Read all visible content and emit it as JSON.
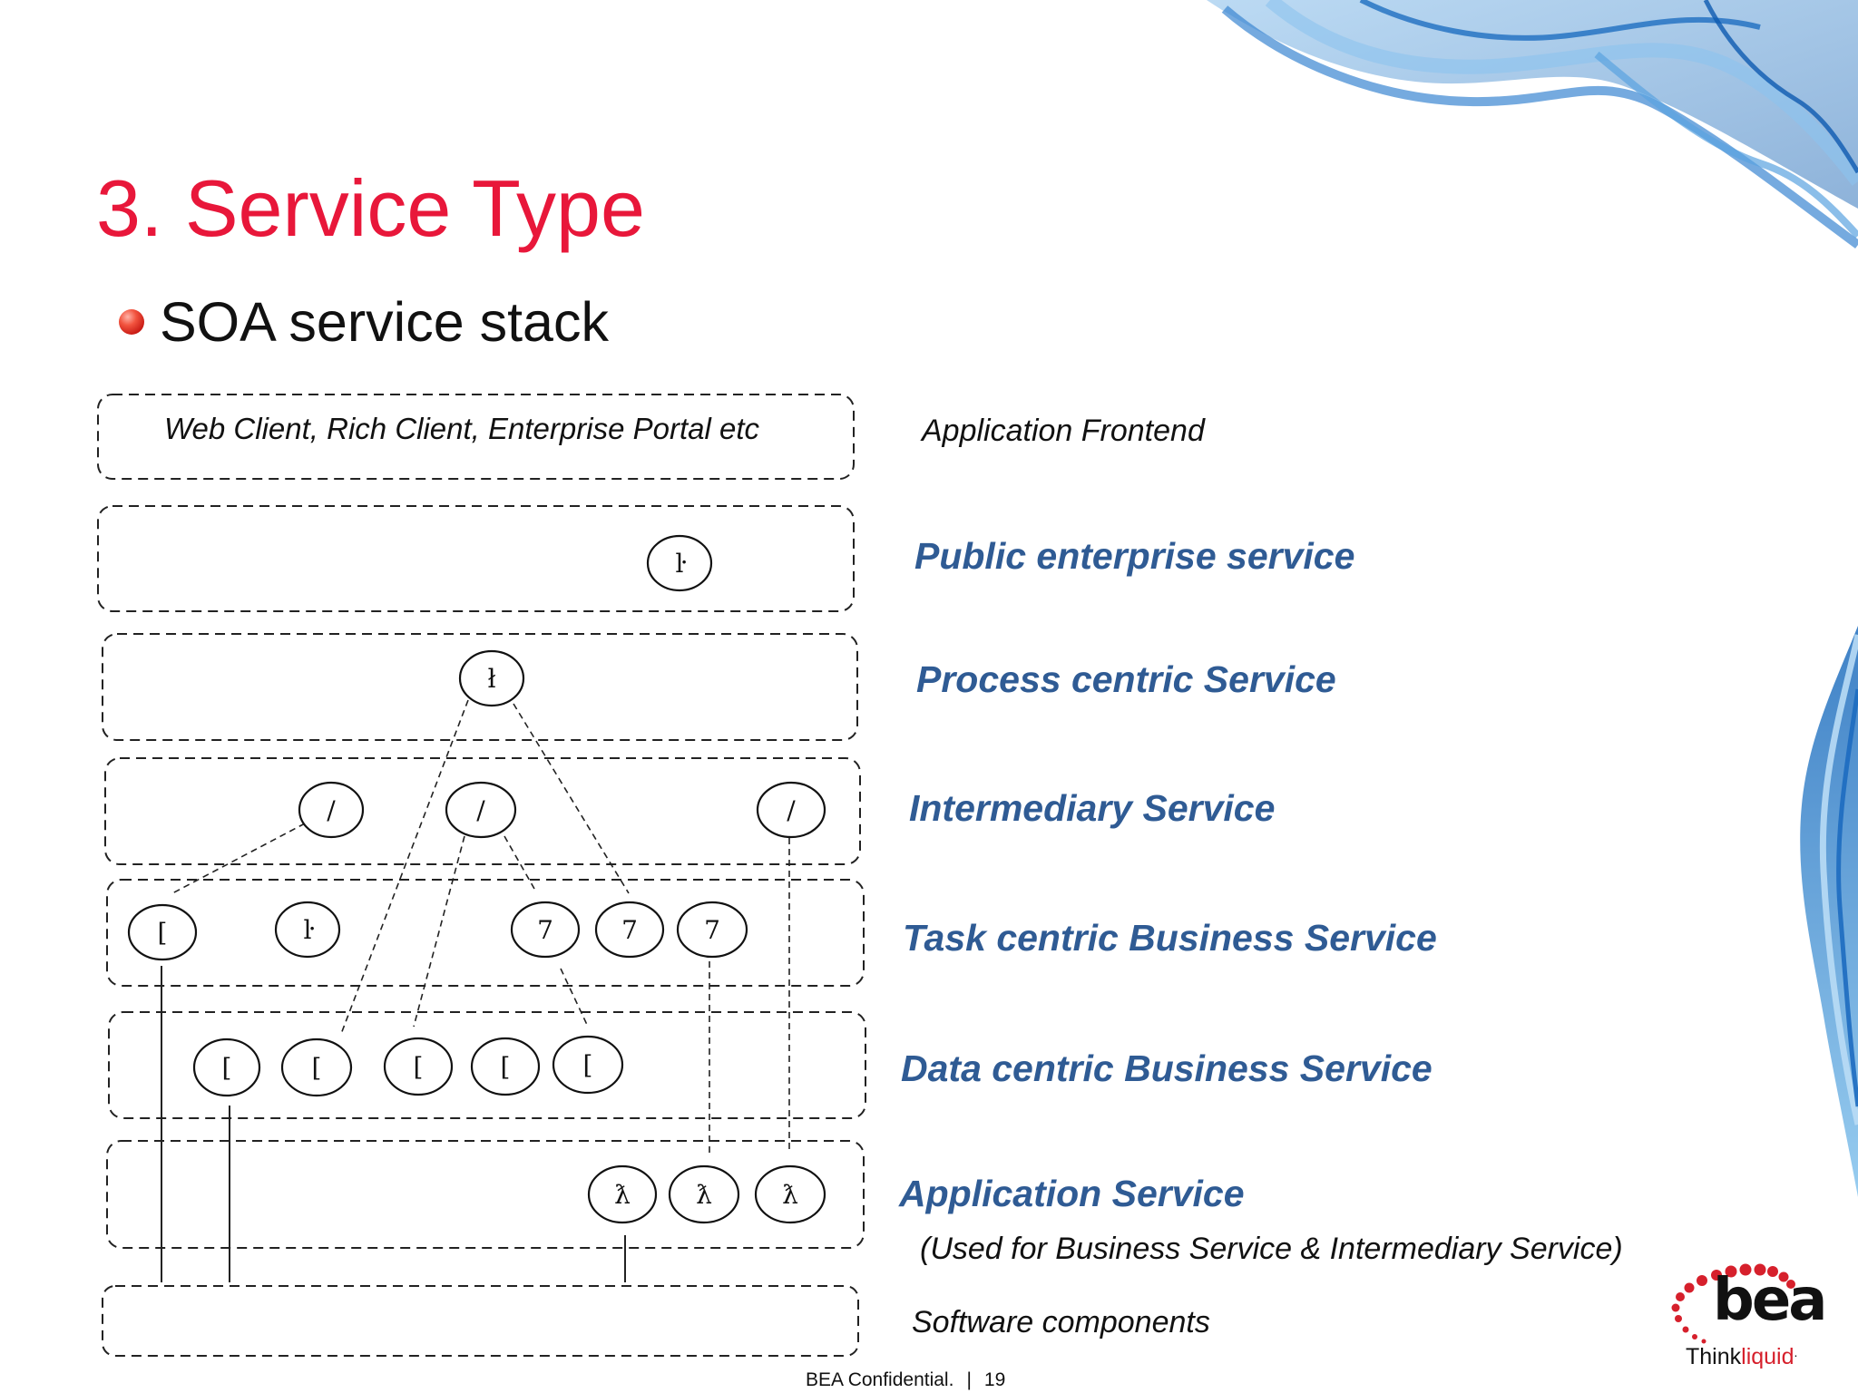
{
  "slide": {
    "title": "3. Service Type",
    "bullet": "SOA service stack",
    "footer": {
      "confidential": "BEA Confidential.",
      "separator": "|",
      "page_number": "19"
    },
    "logo": {
      "word": "bea",
      "tagline_think": "Think",
      "tagline_liquid": "liquid",
      "trademark": "."
    }
  },
  "diagram": {
    "frontend_box_text": "Web Client, Rich Client, Enterprise Portal etc",
    "layers": [
      {
        "name": "Application Frontend",
        "style": "plain"
      },
      {
        "name": "Public enterprise service",
        "style": "bold-blue"
      },
      {
        "name": "Process centric Service",
        "style": "bold-blue"
      },
      {
        "name": "Intermediary Service",
        "style": "bold-blue"
      },
      {
        "name": "Task centric Business Service",
        "style": "bold-blue"
      },
      {
        "name": "Data centric Business Service",
        "style": "bold-blue"
      },
      {
        "name": "Application Service",
        "style": "bold-blue"
      },
      {
        "name": "Software components",
        "style": "plain"
      }
    ],
    "application_service_note": "(Used for Business Service & Intermediary Service)",
    "node_glyphs": {
      "public": "ŀ",
      "process": "ł",
      "intermediary": "/",
      "task_left": "[",
      "task_mid": "ŀ",
      "task_right": "7",
      "data": "[",
      "application": "ƛ"
    },
    "colors": {
      "title": "#e8173a",
      "layer_label_blue": "#2f5b94",
      "box_border": "#222222"
    }
  }
}
